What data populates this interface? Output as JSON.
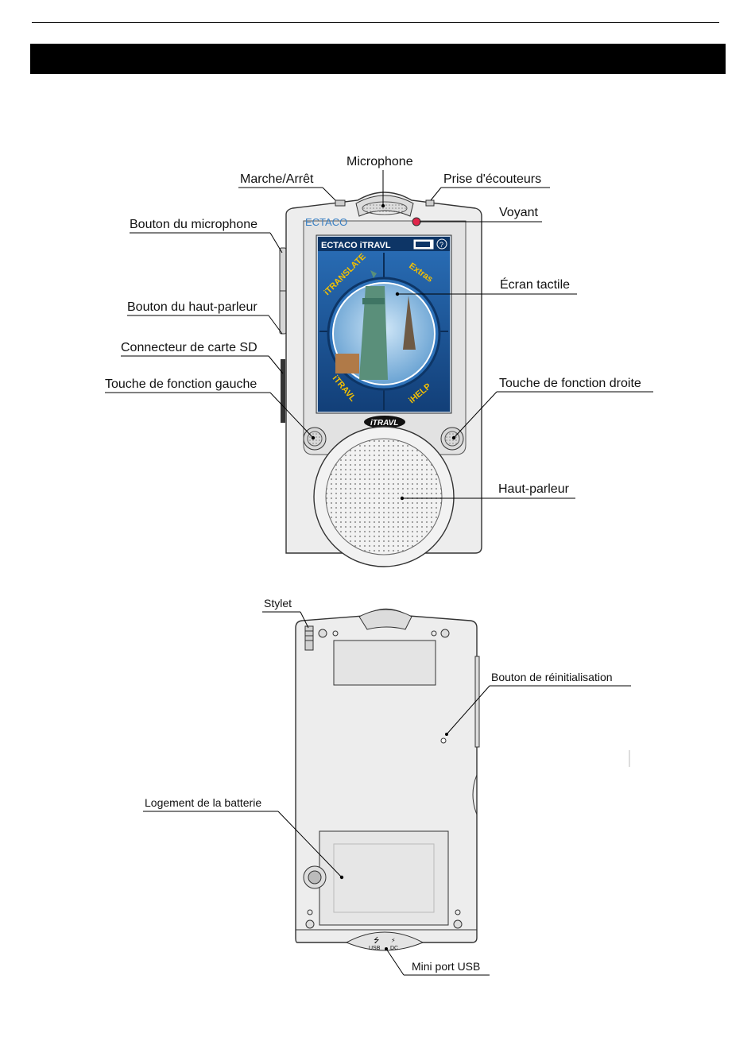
{
  "front_view": {
    "labels": {
      "microphone": "Microphone",
      "power": "Marche/Arrêt",
      "headphone_jack": "Prise d'écouteurs",
      "led": "Voyant",
      "mic_button": "Bouton du microphone",
      "touch_screen": "Écran tactile",
      "speaker_button": "Bouton du haut-parleur",
      "sd_connector": "Connecteur de carte SD",
      "left_function_key": "Touche de fonction gauche",
      "right_function_key": "Touche de fonction droite",
      "speaker": "Haut-parleur"
    },
    "device": {
      "brand": "ECTACO",
      "screen_title": "ECTACO iTRAVL",
      "menu_items": [
        "iTRANSLATE",
        "Extras",
        "iTRAVL",
        "iHELP"
      ],
      "logo": "iTRAVL"
    }
  },
  "back_view": {
    "labels": {
      "stylus": "Stylet",
      "reset_button": "Bouton de réinitialisation",
      "battery": "Logement de la batterie",
      "mini_usb": "Mini port USB"
    },
    "port_marks": [
      "USB",
      "DC"
    ]
  },
  "colors": {
    "header_bar": "#000000",
    "led": "#e0254a",
    "screen_bg": "#1f5da3",
    "menu_text": "#f4c000",
    "device_body": "#eaeaea"
  }
}
